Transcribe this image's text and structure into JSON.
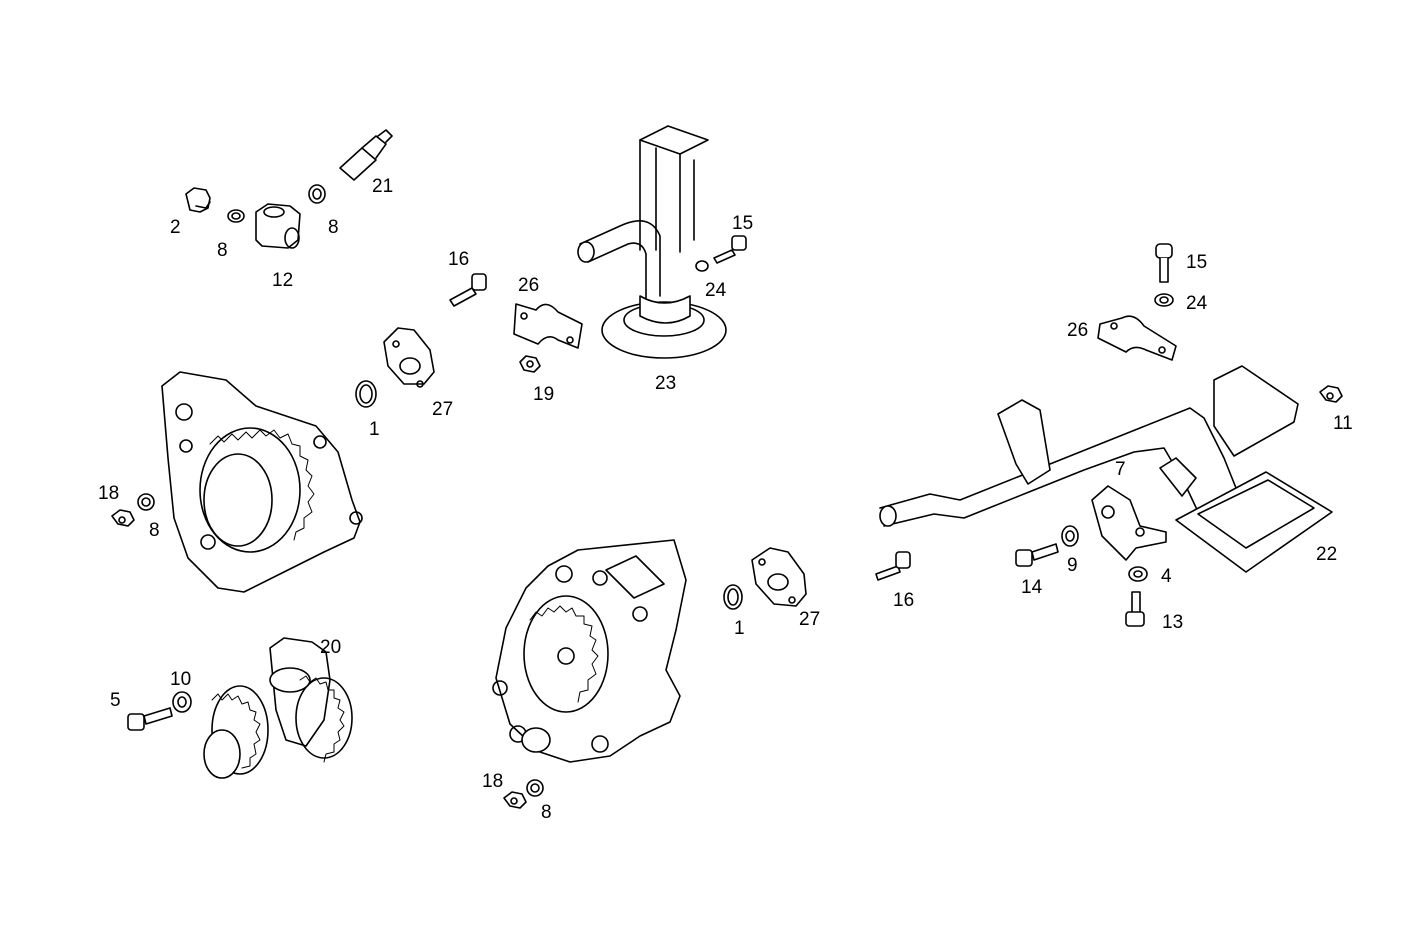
{
  "callouts": [
    {
      "id": "c2",
      "text": "2"
    },
    {
      "id": "c8a",
      "text": "8"
    },
    {
      "id": "c12",
      "text": "12"
    },
    {
      "id": "c8b",
      "text": "8"
    },
    {
      "id": "c21",
      "text": "21"
    },
    {
      "id": "c16a",
      "text": "16"
    },
    {
      "id": "c26a",
      "text": "26"
    },
    {
      "id": "c19",
      "text": "19"
    },
    {
      "id": "c15a",
      "text": "15"
    },
    {
      "id": "c24a",
      "text": "24"
    },
    {
      "id": "c23",
      "text": "23"
    },
    {
      "id": "c27a",
      "text": "27"
    },
    {
      "id": "c1a",
      "text": "1"
    },
    {
      "id": "c18a",
      "text": "18"
    },
    {
      "id": "c8c",
      "text": "8"
    },
    {
      "id": "c20",
      "text": "20"
    },
    {
      "id": "c10",
      "text": "10"
    },
    {
      "id": "c5",
      "text": "5"
    },
    {
      "id": "c18b",
      "text": "18"
    },
    {
      "id": "c8d",
      "text": "8"
    },
    {
      "id": "c1b",
      "text": "1"
    },
    {
      "id": "c27b",
      "text": "27"
    },
    {
      "id": "c16b",
      "text": "16"
    },
    {
      "id": "c15b",
      "text": "15"
    },
    {
      "id": "c24b",
      "text": "24"
    },
    {
      "id": "c26b",
      "text": "26"
    },
    {
      "id": "c11",
      "text": "11"
    },
    {
      "id": "c7",
      "text": "7"
    },
    {
      "id": "c14",
      "text": "14"
    },
    {
      "id": "c9",
      "text": "9"
    },
    {
      "id": "c4",
      "text": "4"
    },
    {
      "id": "c13",
      "text": "13"
    },
    {
      "id": "c22",
      "text": "22"
    }
  ]
}
